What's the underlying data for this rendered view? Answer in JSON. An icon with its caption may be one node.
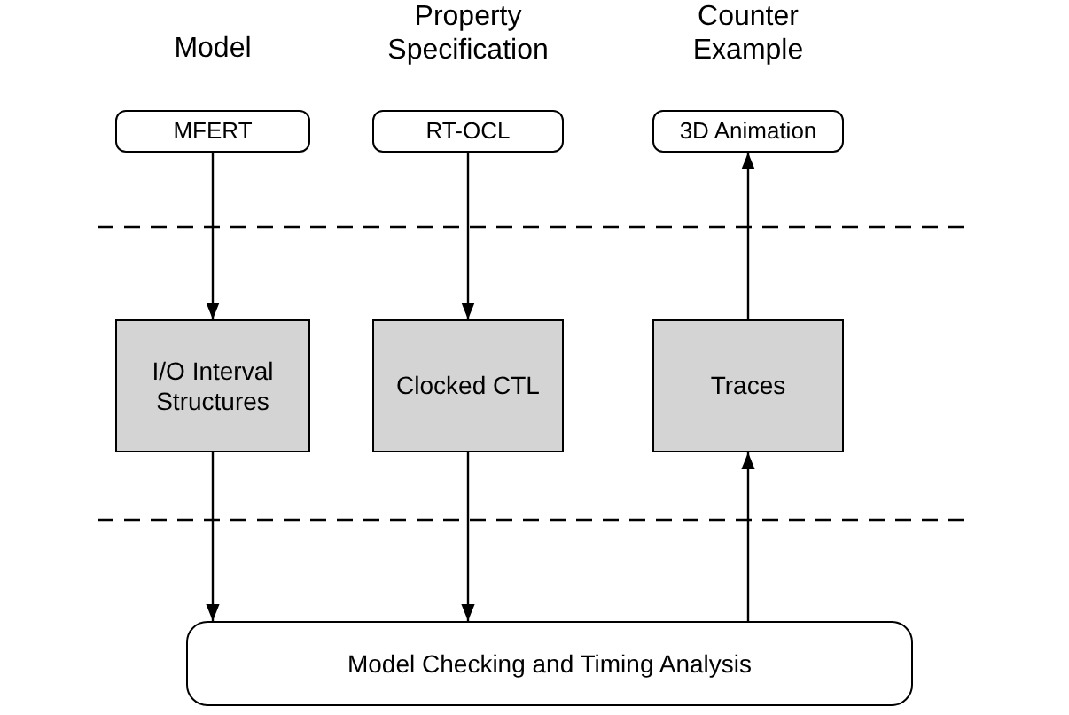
{
  "diagram": {
    "nodes": [
      {
        "text": [
          "MFERT"
        ]
      },
      {
        "text": [
          "RT-OCL"
        ]
      },
      {
        "text": [
          "3D Animation"
        ]
      },
      {
        "text": [
          "I/O Interval Structures"
        ]
      },
      {
        "text": [
          "Clocked CTL"
        ]
      },
      {
        "text": [
          "Traces"
        ]
      },
      {
        "text": [
          "Model Checking and Timing Analysis"
        ]
      }
    ],
    "edges": [
      {
        "from": 0,
        "to": 3,
        "arrow": "to"
      },
      {
        "from": 1,
        "to": 4,
        "arrow": "to"
      },
      {
        "from": 5,
        "to": 2,
        "arrow": "to"
      },
      {
        "from": 3,
        "to": 6,
        "arrow": "to"
      },
      {
        "from": 4,
        "to": 6,
        "arrow": "to"
      },
      {
        "from": 6,
        "to": 5,
        "arrow": "to"
      }
    ],
    "labels": [
      "Model",
      "Property Specification",
      "Counter Example"
    ]
  }
}
